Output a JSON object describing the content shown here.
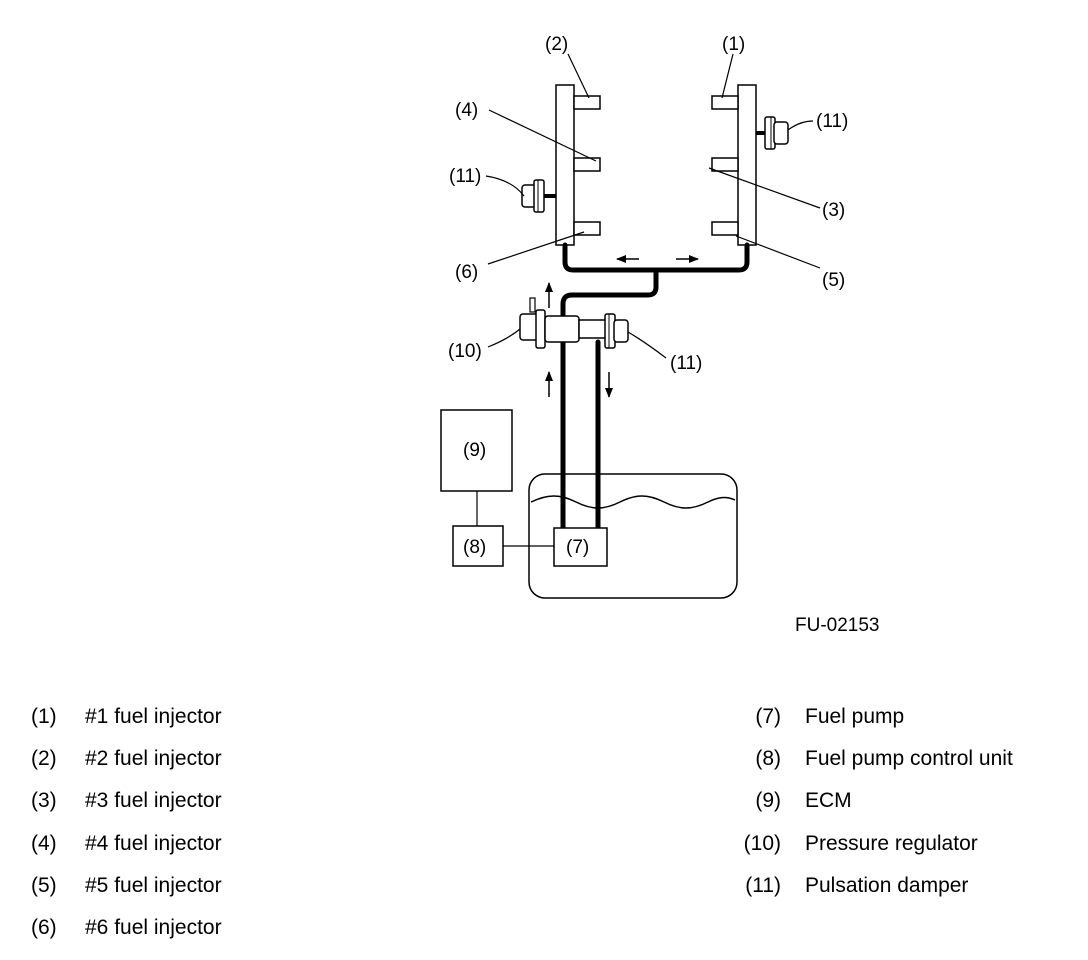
{
  "diagram": {
    "figure_code": "FU-02153",
    "callouts": {
      "c1": "(1)",
      "c2": "(2)",
      "c3": "(3)",
      "c4": "(4)",
      "c5": "(5)",
      "c6": "(6)",
      "c7": "(7)",
      "c8": "(8)",
      "c9": "(9)",
      "c10": "(10)",
      "c11a": "(11)",
      "c11b": "(11)",
      "c11c": "(11)"
    }
  },
  "legend": {
    "left": [
      {
        "num": "(1)",
        "text": "#1 fuel injector"
      },
      {
        "num": "(2)",
        "text": "#2 fuel injector"
      },
      {
        "num": "(3)",
        "text": "#3 fuel injector"
      },
      {
        "num": "(4)",
        "text": "#4 fuel injector"
      },
      {
        "num": "(5)",
        "text": "#5 fuel injector"
      },
      {
        "num": "(6)",
        "text": "#6 fuel injector"
      }
    ],
    "right": [
      {
        "num": "(7)",
        "text": "Fuel pump"
      },
      {
        "num": "(8)",
        "text": "Fuel pump control unit"
      },
      {
        "num": "(9)",
        "text": "ECM"
      },
      {
        "num": "(10)",
        "text": "Pressure regulator"
      },
      {
        "num": "(11)",
        "text": "Pulsation damper"
      }
    ]
  }
}
